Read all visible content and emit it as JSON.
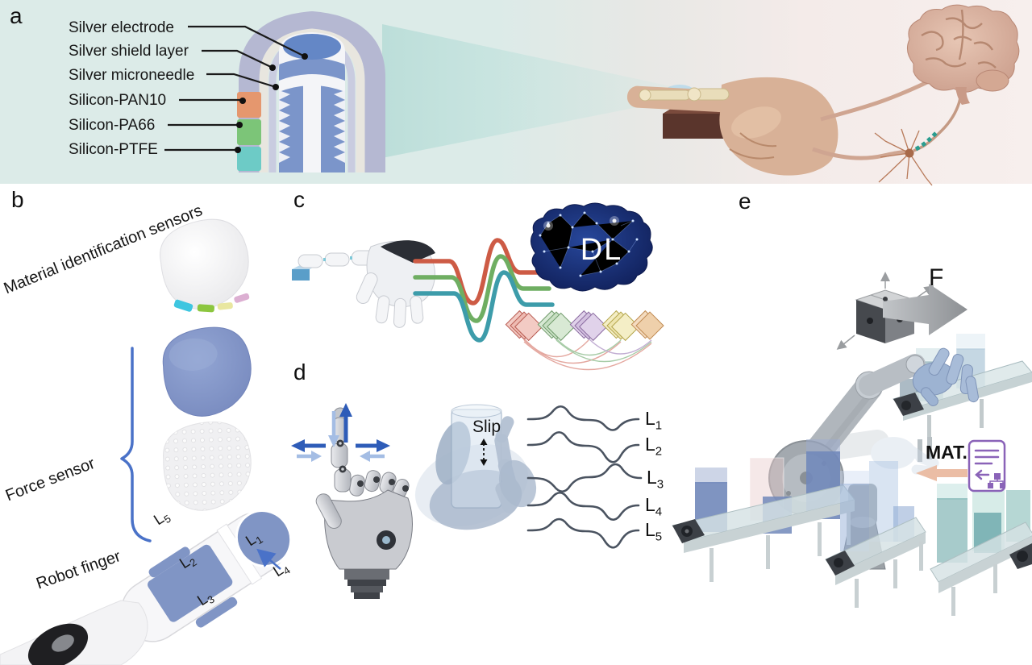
{
  "panels": {
    "a": {
      "label": "a",
      "layers": [
        {
          "name": "Silver electrode"
        },
        {
          "name": "Silver shield layer"
        },
        {
          "name": "Silver microneedle"
        },
        {
          "name": "Silicon-PAN10",
          "swatch": "#E5976E"
        },
        {
          "name": "Silicon-PA66",
          "swatch": "#7CC578"
        },
        {
          "name": "Silicon-PTFE",
          "swatch": "#6DCBC6"
        }
      ]
    },
    "b": {
      "label": "b",
      "sensors_title": "Material identification sensors",
      "force_sensor_label": "Force sensor",
      "robot_finger_label": "Robot finger",
      "accent_color": "#4A72C8",
      "zones": [
        {
          "base": "L",
          "sub": "1"
        },
        {
          "base": "L",
          "sub": "2"
        },
        {
          "base": "L",
          "sub": "3"
        },
        {
          "base": "L",
          "sub": "4"
        },
        {
          "base": "L",
          "sub": "5"
        }
      ]
    },
    "c": {
      "label": "c",
      "dl_label": "DL",
      "signal_colors": [
        "#CD5B45",
        "#6FAE62",
        "#3D9CAA"
      ]
    },
    "d": {
      "label": "d",
      "slip_label": "Slip",
      "waveform_color": "#4A5360",
      "channels": [
        {
          "base": "L",
          "sub": "1"
        },
        {
          "base": "L",
          "sub": "2"
        },
        {
          "base": "L",
          "sub": "3"
        },
        {
          "base": "L",
          "sub": "4"
        },
        {
          "base": "L",
          "sub": "5"
        }
      ]
    },
    "e": {
      "label": "e",
      "force_label": "F",
      "material_label": "MAT."
    }
  }
}
